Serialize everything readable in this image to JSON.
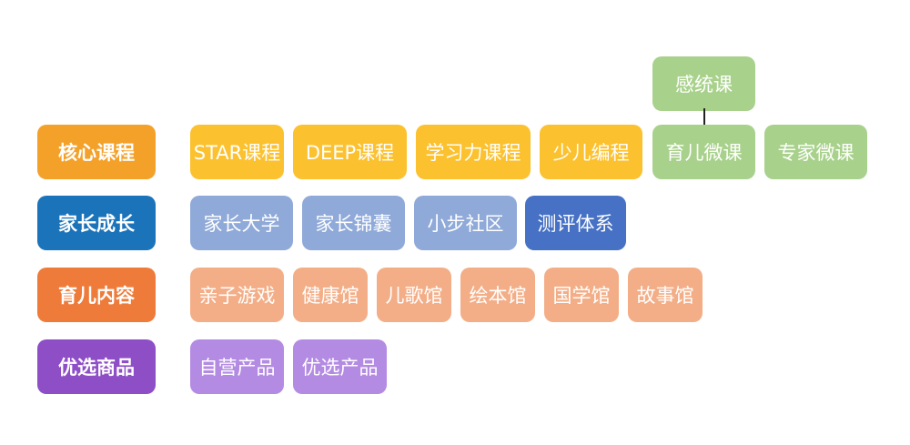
{
  "rows": [
    {
      "category": {
        "label": "核心课程",
        "color": "#f4a12a"
      },
      "items": [
        {
          "label": "STAR课程",
          "color": "#fcc12e"
        },
        {
          "label": "DEEP课程",
          "color": "#fcc12e"
        },
        {
          "label": "学习力课程",
          "color": "#fcc12e"
        },
        {
          "label": "少儿编程",
          "color": "#fcc12e"
        },
        {
          "label": "育儿微课",
          "color": "#a8d18b"
        },
        {
          "label": "专家微课",
          "color": "#a8d18b"
        }
      ]
    },
    {
      "category": {
        "label": "家长成长",
        "color": "#1b73ba"
      },
      "items": [
        {
          "label": "家长大学",
          "color": "#8fa9d8"
        },
        {
          "label": "家长锦囊",
          "color": "#8fa9d8"
        },
        {
          "label": "小步社区",
          "color": "#8fa9d8"
        },
        {
          "label": "测评体系",
          "color": "#4671c4"
        }
      ]
    },
    {
      "category": {
        "label": "育儿内容",
        "color": "#ee7b3a"
      },
      "items": [
        {
          "label": "亲子游戏",
          "color": "#f3ae87"
        },
        {
          "label": "健康馆",
          "color": "#f3ae87"
        },
        {
          "label": "儿歌馆",
          "color": "#f3ae87"
        },
        {
          "label": "绘本馆",
          "color": "#f3ae87"
        },
        {
          "label": "国学馆",
          "color": "#f3ae87"
        },
        {
          "label": "故事馆",
          "color": "#f3ae87"
        }
      ]
    },
    {
      "category": {
        "label": "优选商品",
        "color": "#8e4ec6"
      },
      "items": [
        {
          "label": "自营产品",
          "color": "#b48be3"
        },
        {
          "label": "优选产品",
          "color": "#b48be3"
        }
      ]
    }
  ],
  "top_item": {
    "label": "感统课",
    "color": "#a8d18b",
    "parent": "育儿微课"
  }
}
